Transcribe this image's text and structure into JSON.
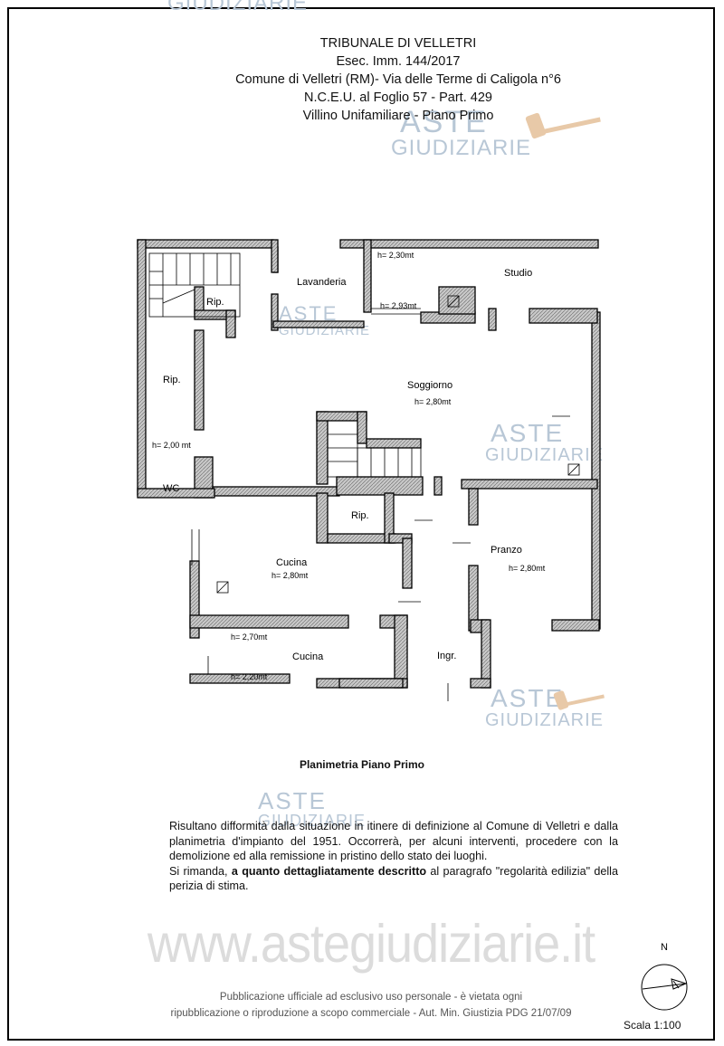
{
  "header": {
    "line1": "TRIBUNALE DI VELLETRI",
    "line2": "Esec. Imm. 144/2017",
    "line3": "Comune di Velletri (RM)- Via delle Terme di Caligola n°6",
    "line4": "N.C.E.U. al Foglio 57 - Part. 429",
    "line5": "Villino Unifamiliare - Piano Primo"
  },
  "watermark": {
    "aste": "ASTE",
    "giudiziarie": "GIUDIZIARIE"
  },
  "rooms": {
    "rip_top": "Rip.",
    "lavanderia": "Lavanderia",
    "studio": "Studio",
    "studio_h": "h= 2,30mt",
    "lavanderia_h": "h= 2,93mt",
    "rip_left": "Rip.",
    "soggiorno": "Soggiorno",
    "soggiorno_h": "h= 2,80mt",
    "corridor_h": "h= 2,00 mt",
    "wc": "WC",
    "rip_mid": "Rip.",
    "cucina1": "Cucina",
    "cucina1_h": "h= 2,80mt",
    "pranzo": "Pranzo",
    "pranzo_h": "h= 2,80mt",
    "cucina2": "Cucina",
    "cucina2_h_top": "h= 2,70mt",
    "cucina2_h_bottom": "h= 2,20mt",
    "ingresso": "Ingr."
  },
  "caption": "Planimetria Piano Primo",
  "note": {
    "p1": "Risultano difformità dalla situazione in itinere di definizione al Comune di Velletri e dalla planimetria d'impianto del 1951. Occorrerà, per alcuni interventi, procedere con la demolizione ed alla remissione in pristino dello stato dei luoghi.",
    "p2_before": "Si rimanda, ",
    "p2_bold": "a quanto dettagliatamente descritto",
    "p2_after": " al paragrafo \"regolarità edilizia\" della perizia di stima."
  },
  "site_watermark": "www.astegiudiziarie.it",
  "publication": {
    "line1": "Pubblicazione ufficiale ad esclusivo uso personale - è vietata ogni",
    "line2": "ripubblicazione o riproduzione a scopo commerciale - Aut. Min. Giustizia PDG 21/07/09"
  },
  "compass": {
    "north": "N"
  },
  "scale": "Scala 1:100",
  "colors": {
    "wall_hatch": "#9a9a9a",
    "watermark": "#b8c7d6",
    "gavel": "#e8c9a8"
  }
}
